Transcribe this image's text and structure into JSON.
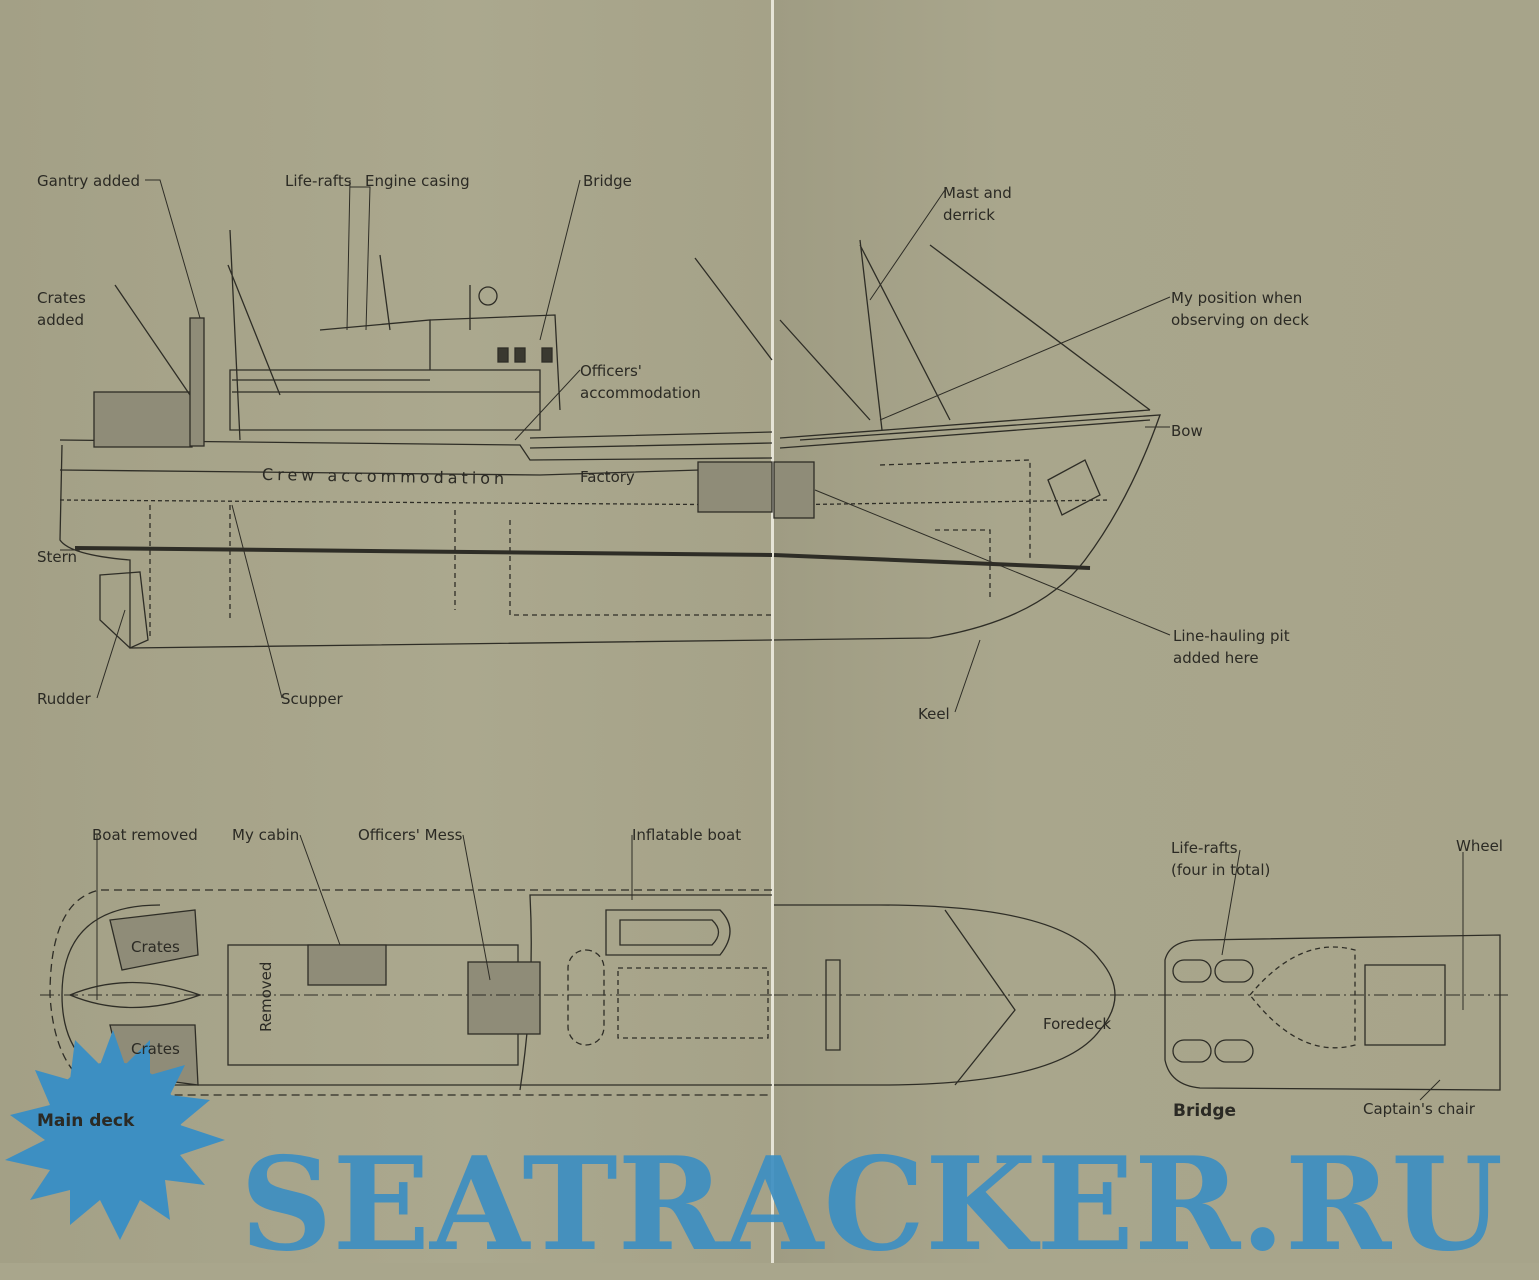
{
  "elevation_labels": {
    "gantry": "Gantry added",
    "life_rafts": "Life-rafts",
    "engine_casing": "Engine casing",
    "bridge": "Bridge",
    "crates_1": "Crates",
    "crates_2": "added",
    "officers_1": "Officers'",
    "officers_2": "accommodation",
    "crew": "Crew accommodation",
    "factory": "Factory",
    "stern": "Stern",
    "rudder": "Rudder",
    "scupper": "Scupper",
    "mast_1": "Mast and",
    "mast_2": "derrick",
    "position_1": "My position when",
    "position_2": "observing on deck",
    "bow": "Bow",
    "pit_1": "Line-hauling pit",
    "pit_2": "added here",
    "keel": "Keel"
  },
  "plan_labels": {
    "boat_removed": "Boat removed",
    "my_cabin": "My cabin",
    "officers_mess": "Officers' Mess",
    "inflatable": "Inflatable boat",
    "crates_top": "Crates",
    "removed": "Removed",
    "crates_bottom": "Crates",
    "main_deck": "Main deck",
    "liferafts_1": "Life-rafts",
    "liferafts_2": "(four in total)",
    "wheel": "Wheel",
    "foredeck": "Foredeck",
    "captains_chair": "Captain's chair",
    "bridge": "Bridge"
  },
  "watermark": "SEATRACKER.RU",
  "colors": {
    "paper": "#a9a68c",
    "ink": "#2b2a24",
    "watermark": "#3d8fc2"
  }
}
